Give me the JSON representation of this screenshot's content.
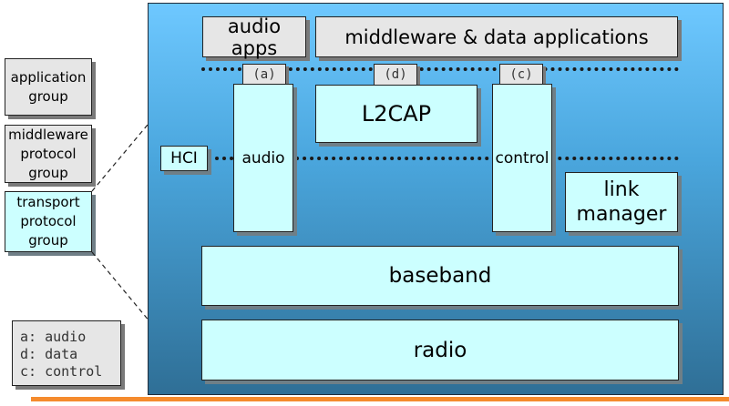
{
  "groups": {
    "application": "application group",
    "middleware": "middleware protocol group",
    "transport": "transport protocol group"
  },
  "legend": [
    "a: audio",
    "d: data",
    "c: control"
  ],
  "stack": {
    "audio_apps": "audio apps",
    "middleware_apps": "middleware & data applications",
    "tab_a": "(a)",
    "tab_d": "(d)",
    "tab_c": "(c)",
    "l2cap": "L2CAP",
    "audio": "audio",
    "control": "control",
    "hci": "HCI",
    "link_manager": "link manager",
    "baseband": "baseband",
    "radio": "radio"
  },
  "colors": {
    "stack_top": "#6ec8ff",
    "stack_bottom": "#2f6f96",
    "box_cyan": "#ccffff",
    "box_gray": "#e6e6e6",
    "accent_orange": "#f58b2d"
  }
}
